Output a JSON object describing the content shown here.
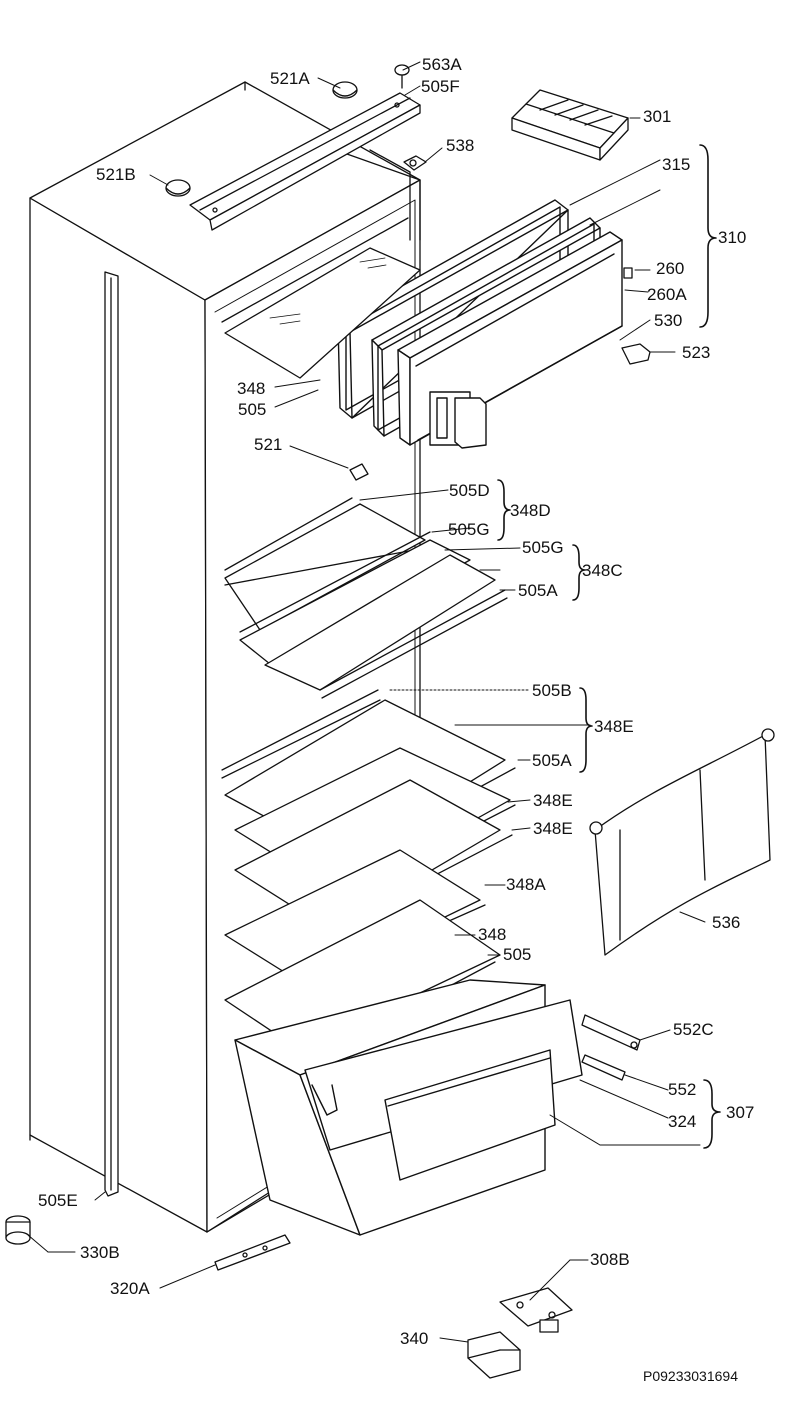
{
  "diagram": {
    "reference": "P09233031694",
    "labels": {
      "l_563A": "563A",
      "l_505F": "505F",
      "l_521A": "521A",
      "l_301": "301",
      "l_538": "538",
      "l_521B": "521B",
      "l_315": "315",
      "l_310": "310",
      "l_260": "260",
      "l_260A": "260A",
      "l_530": "530",
      "l_523": "523",
      "l_348_top": "348",
      "l_505_top": "505",
      "l_521": "521",
      "l_505D": "505D",
      "l_348D": "348D",
      "l_505G_1": "505G",
      "l_505G_2": "505G",
      "l_348C": "348C",
      "l_505A_1": "505A",
      "l_505B": "505B",
      "l_348E_1": "348E",
      "l_505A_2": "505A",
      "l_348E_2": "348E",
      "l_348E_3": "348E",
      "l_348A": "348A",
      "l_536": "536",
      "l_348_low": "348",
      "l_505_low": "505",
      "l_552C": "552C",
      "l_552": "552",
      "l_307": "307",
      "l_324": "324",
      "l_505E": "505E",
      "l_330B": "330B",
      "l_308B": "308B",
      "l_320A": "320A",
      "l_340": "340"
    }
  }
}
